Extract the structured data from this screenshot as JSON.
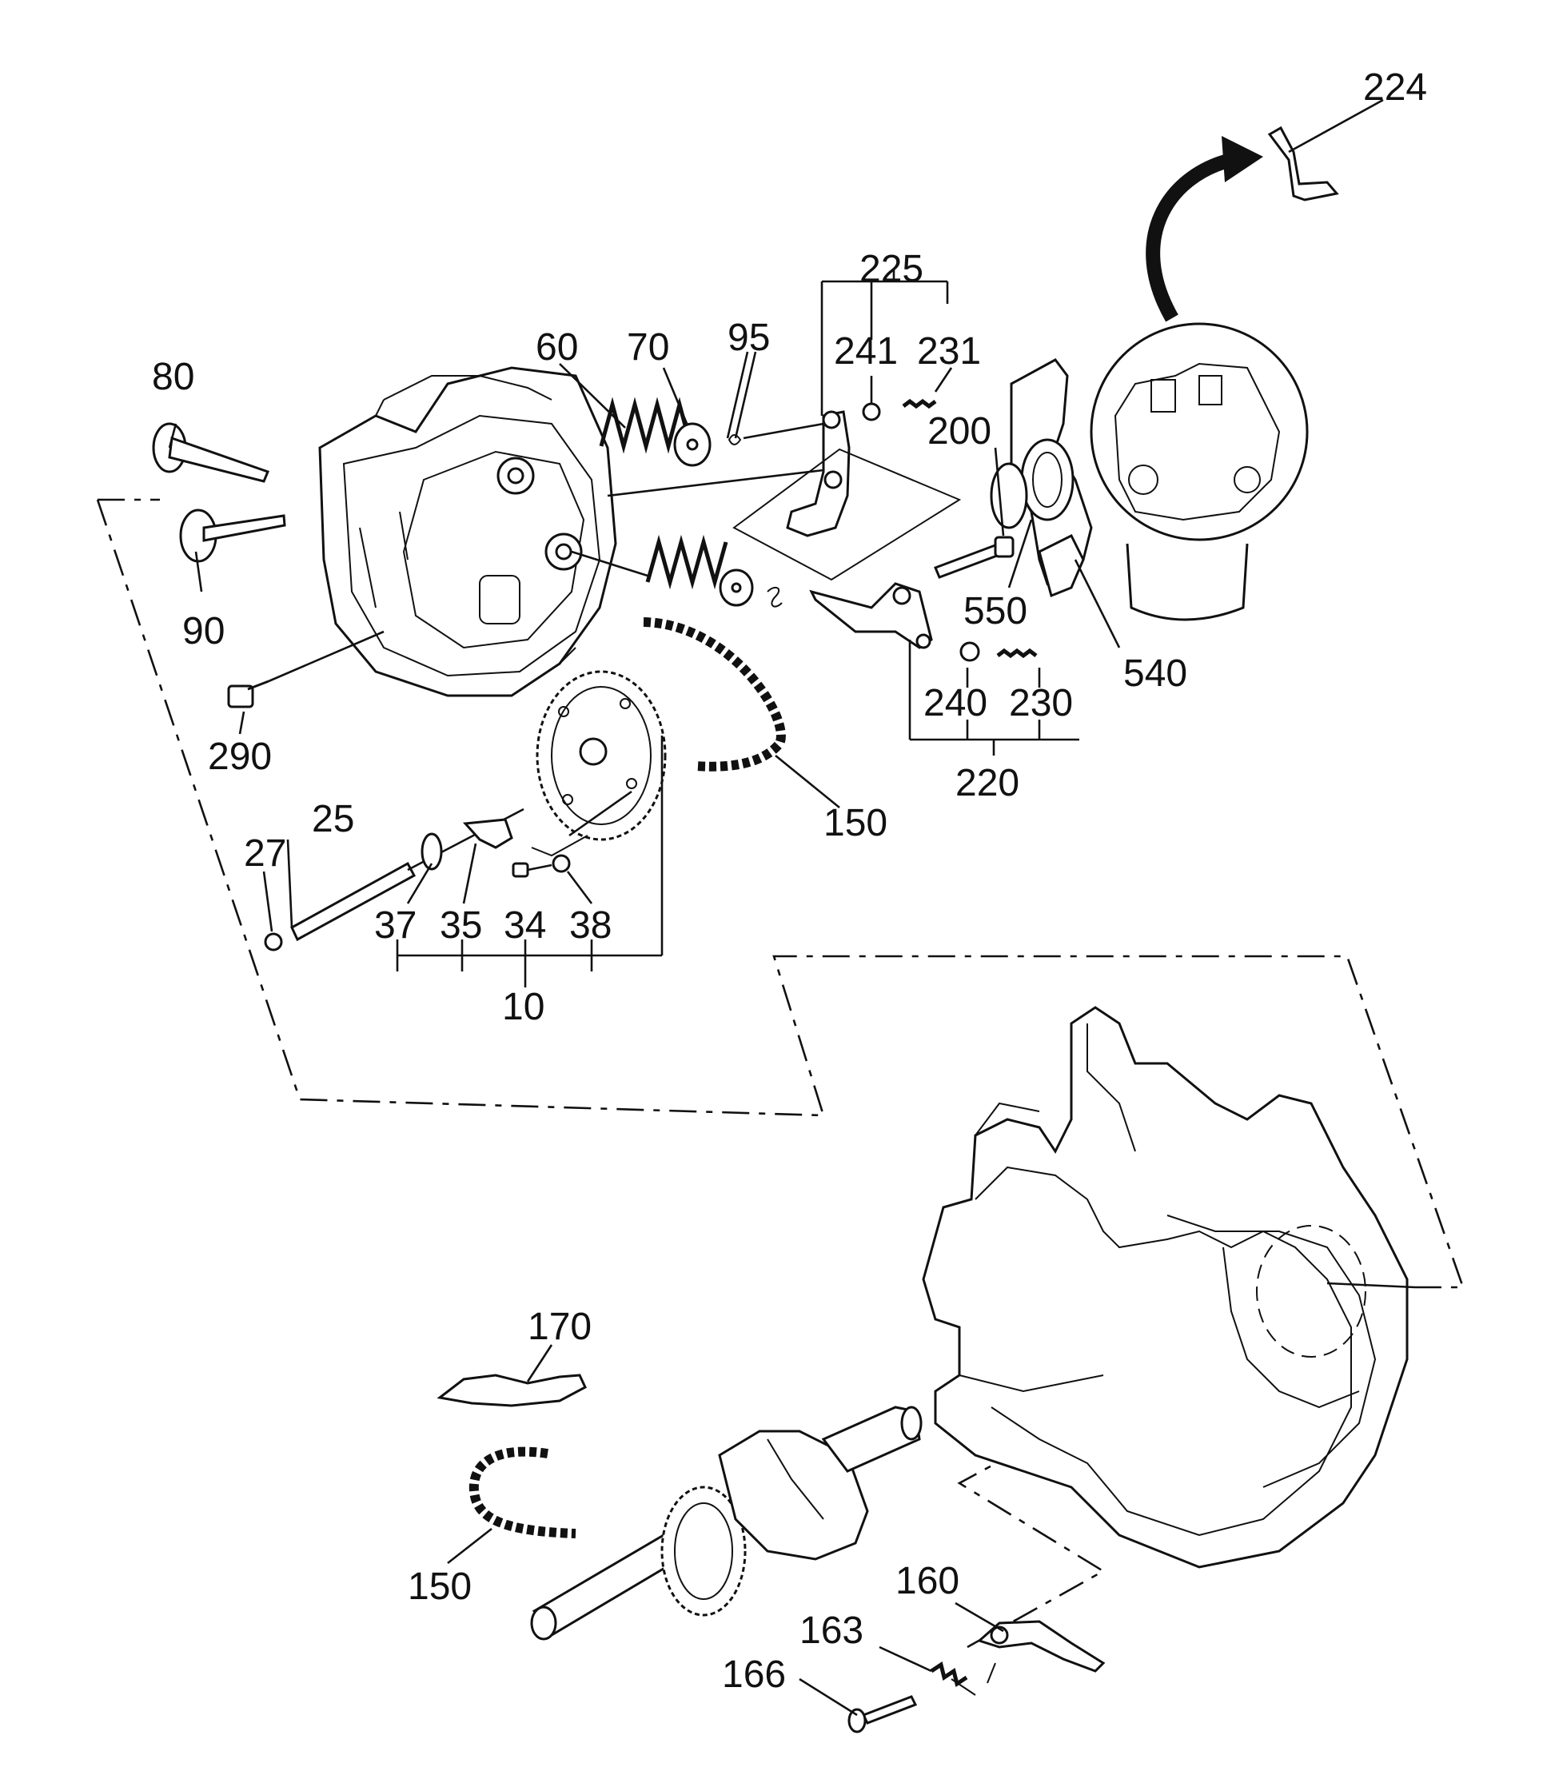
{
  "callouts": {
    "c224": "224",
    "c225": "225",
    "c241": "241",
    "c231": "231",
    "c60": "60",
    "c70": "70",
    "c95": "95",
    "c80": "80",
    "c200": "200",
    "c90": "90",
    "c550": "550",
    "c540": "540",
    "c240": "240",
    "c230": "230",
    "c220": "220",
    "c290": "290",
    "c150a": "150",
    "c25": "25",
    "c27": "27",
    "c37": "37",
    "c35": "35",
    "c34": "34",
    "c38": "38",
    "c10": "10",
    "c170": "170",
    "c150b": "150",
    "c160": "160",
    "c163": "163",
    "c166": "166"
  }
}
